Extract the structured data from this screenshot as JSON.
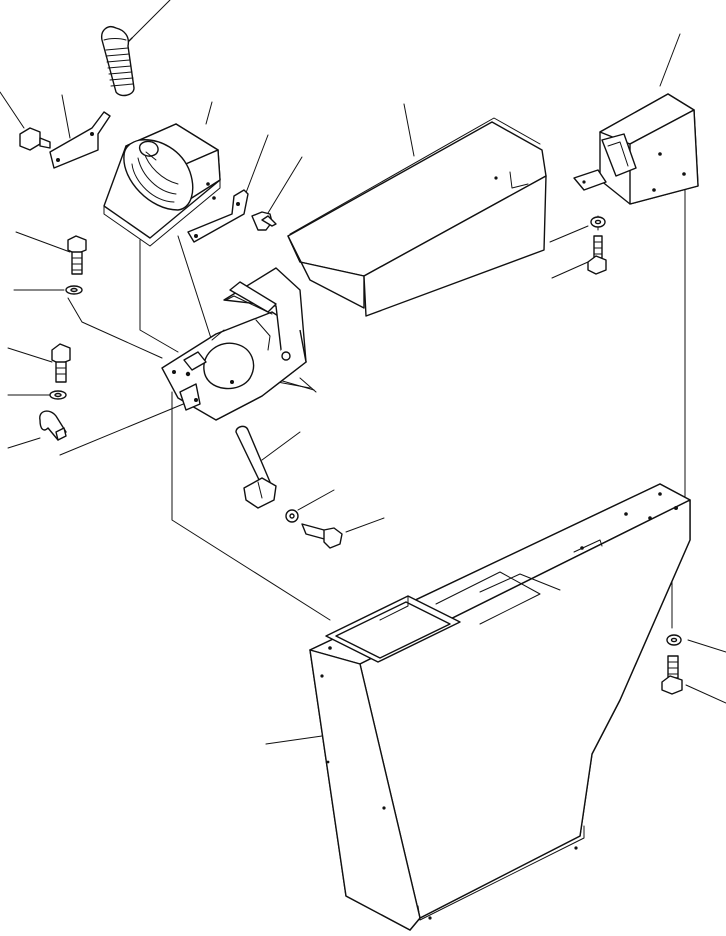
{
  "diagram": {
    "kind": "exploded-parts-drawing",
    "ink_color": "#111111",
    "paper_color": "#ffffff",
    "parts": [
      {
        "id": "grip-boot",
        "icon": "grip-icon"
      },
      {
        "id": "lever-boot-housing",
        "icon": "boot-housing-icon"
      },
      {
        "id": "left-bracket",
        "icon": "bracket-icon"
      },
      {
        "id": "right-bracket",
        "icon": "bracket-icon"
      },
      {
        "id": "pedestal-frame",
        "icon": "frame-icon"
      },
      {
        "id": "shift-lever",
        "icon": "lever-icon"
      },
      {
        "id": "armrest",
        "icon": "armrest-icon"
      },
      {
        "id": "rear-cover",
        "icon": "cover-icon"
      },
      {
        "id": "console-box",
        "icon": "console-icon"
      },
      {
        "id": "bolt",
        "icon": "bolt-icon"
      },
      {
        "id": "washer",
        "icon": "washer-icon"
      },
      {
        "id": "clamp",
        "icon": "clamp-icon"
      },
      {
        "id": "screw",
        "icon": "screw-icon"
      }
    ]
  }
}
